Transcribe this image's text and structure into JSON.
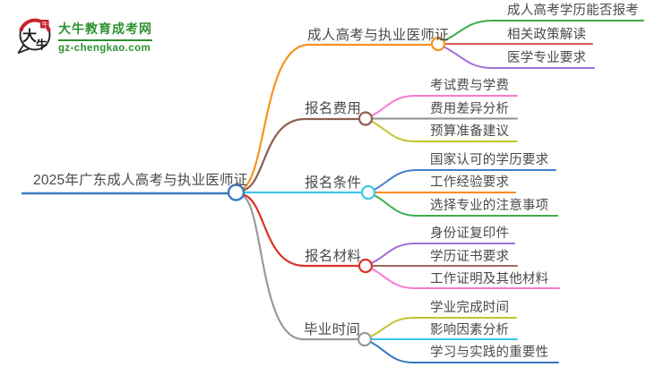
{
  "logo": {
    "icon_name": "dainiu-speech-bubble-logo",
    "icon_char_big": "大",
    "icon_char_small": "牛",
    "seal_char": "牛",
    "site_name": "大牛教育成考网",
    "site_url": "gz-chengkao.com"
  },
  "root": {
    "label": "2025年广东成人高考与执业医师证"
  },
  "branches": [
    {
      "label": "成人高考与执业医师证",
      "children": [
        {
          "label": "成人高考学历能否报考"
        },
        {
          "label": "相关政策解读"
        },
        {
          "label": "医学专业要求"
        }
      ]
    },
    {
      "label": "报名费用",
      "children": [
        {
          "label": "考试费与学费"
        },
        {
          "label": "费用差异分析"
        },
        {
          "label": "预算准备建议"
        }
      ]
    },
    {
      "label": "报名条件",
      "children": [
        {
          "label": "国家认可的学历要求"
        },
        {
          "label": "工作经验要求"
        },
        {
          "label": "选择专业的注意事项"
        }
      ]
    },
    {
      "label": "报名材料",
      "children": [
        {
          "label": "身份证复印件"
        },
        {
          "label": "学历证书要求"
        },
        {
          "label": "工作证明及其他材料"
        }
      ]
    },
    {
      "label": "毕业时间",
      "children": [
        {
          "label": "学业完成时间"
        },
        {
          "label": "影响因素分析"
        },
        {
          "label": "学习与实践的重要性"
        }
      ]
    }
  ],
  "colors": {
    "text": "#4a4a4a",
    "logo_green": "#2f9132",
    "logo_red": "#c5242b",
    "root": "#3b7ac0",
    "b1": "#f7941e",
    "b2": "#8d5f51",
    "b3": "#3fc8e4",
    "b4": "#dc3226",
    "b5": "#9a9a9a",
    "green": "#3faa48",
    "soft_red": "#e15953",
    "purple": "#a06fd6",
    "pink": "#f87ad0",
    "gray": "#8f8f8f",
    "olive": "#c2c32e",
    "blue": "#3f81c8",
    "orange2": "#ff8b20",
    "green2": "#3fae4a",
    "brown2": "#a2695a",
    "cyan2": "#38c4f0",
    "blue2": "#3378be"
  }
}
